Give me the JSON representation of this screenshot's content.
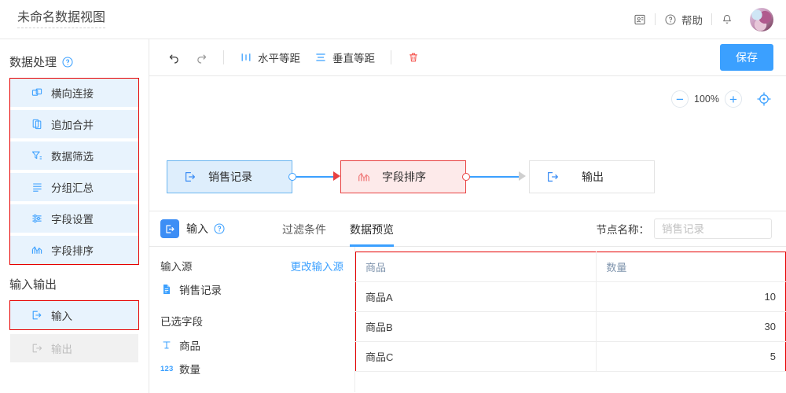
{
  "topbar": {
    "doc_title": "未命名数据视图",
    "contact_icon": "contact-card-icon",
    "help_icon": "help-circle-icon",
    "help_label": "帮助",
    "bell_icon": "bell-icon",
    "avatar": "user-avatar"
  },
  "sidebar": {
    "section1_title": "数据处理",
    "section1_help_icon": "help-circle-icon",
    "processing_items": [
      {
        "label": "横向连接",
        "icon": "horizontal-join-icon",
        "disabled": false
      },
      {
        "label": "追加合并",
        "icon": "append-merge-icon",
        "disabled": false
      },
      {
        "label": "数据筛选",
        "icon": "filter-funnel-icon",
        "disabled": false
      },
      {
        "label": "分组汇总",
        "icon": "group-summary-icon",
        "disabled": false
      },
      {
        "label": "字段设置",
        "icon": "field-settings-icon",
        "disabled": false
      },
      {
        "label": "字段排序",
        "icon": "field-sort-icon",
        "disabled": false
      }
    ],
    "section2_title": "输入输出",
    "io_items": [
      {
        "label": "输入",
        "icon": "input-arrow-icon",
        "disabled": false
      },
      {
        "label": "输出",
        "icon": "output-arrow-icon",
        "disabled": true
      }
    ]
  },
  "toolbar": {
    "undo_icon": "undo-arrow-icon",
    "redo_icon": "redo-arrow-icon",
    "hdist_icon": "horizontal-distribute-icon",
    "hdist_label": "水平等距",
    "vdist_icon": "vertical-distribute-icon",
    "vdist_label": "垂直等距",
    "delete_icon": "trash-icon",
    "save_label": "保存"
  },
  "canvas": {
    "zoom_out_icon": "minus-icon",
    "zoom_level": "100%",
    "zoom_in_icon": "plus-icon",
    "fit_icon": "crosshair-fit-icon",
    "nodes": [
      {
        "label": "销售记录",
        "icon": "input-arrow-icon",
        "type": "input"
      },
      {
        "label": "字段排序",
        "icon": "field-sort-icon",
        "type": "sort"
      },
      {
        "label": "输出",
        "icon": "output-arrow-icon",
        "type": "output"
      }
    ]
  },
  "panel": {
    "badge_icon": "input-arrow-icon",
    "title": "输入",
    "title_help_icon": "help-circle-icon",
    "tabs": [
      {
        "label": "过滤条件",
        "active": false
      },
      {
        "label": "数据预览",
        "active": true
      }
    ],
    "node_name_label": "节点名称：",
    "node_name_value": "",
    "node_name_placeholder": "销售记录",
    "source_label": "输入源",
    "change_source_label": "更改输入源",
    "source_icon": "file-icon",
    "source_value": "销售记录",
    "fields_label": "已选字段",
    "fields": [
      {
        "name": "商品",
        "type_icon": "text-type-icon",
        "type_glyph": "T"
      },
      {
        "name": "数量",
        "type_icon": "number-type-icon",
        "type_glyph": "123"
      }
    ],
    "table": {
      "columns": [
        "商品",
        "数量"
      ],
      "rows": [
        [
          "商品A",
          "10"
        ],
        [
          "商品B",
          "30"
        ],
        [
          "商品C",
          "5"
        ]
      ]
    }
  },
  "colors": {
    "accent": "#3ba0ff",
    "highlight_border": "#e60000",
    "node_red": "#e84141",
    "node_blue_bg": "#deeefc",
    "node_red_bg": "#fdeaea"
  }
}
